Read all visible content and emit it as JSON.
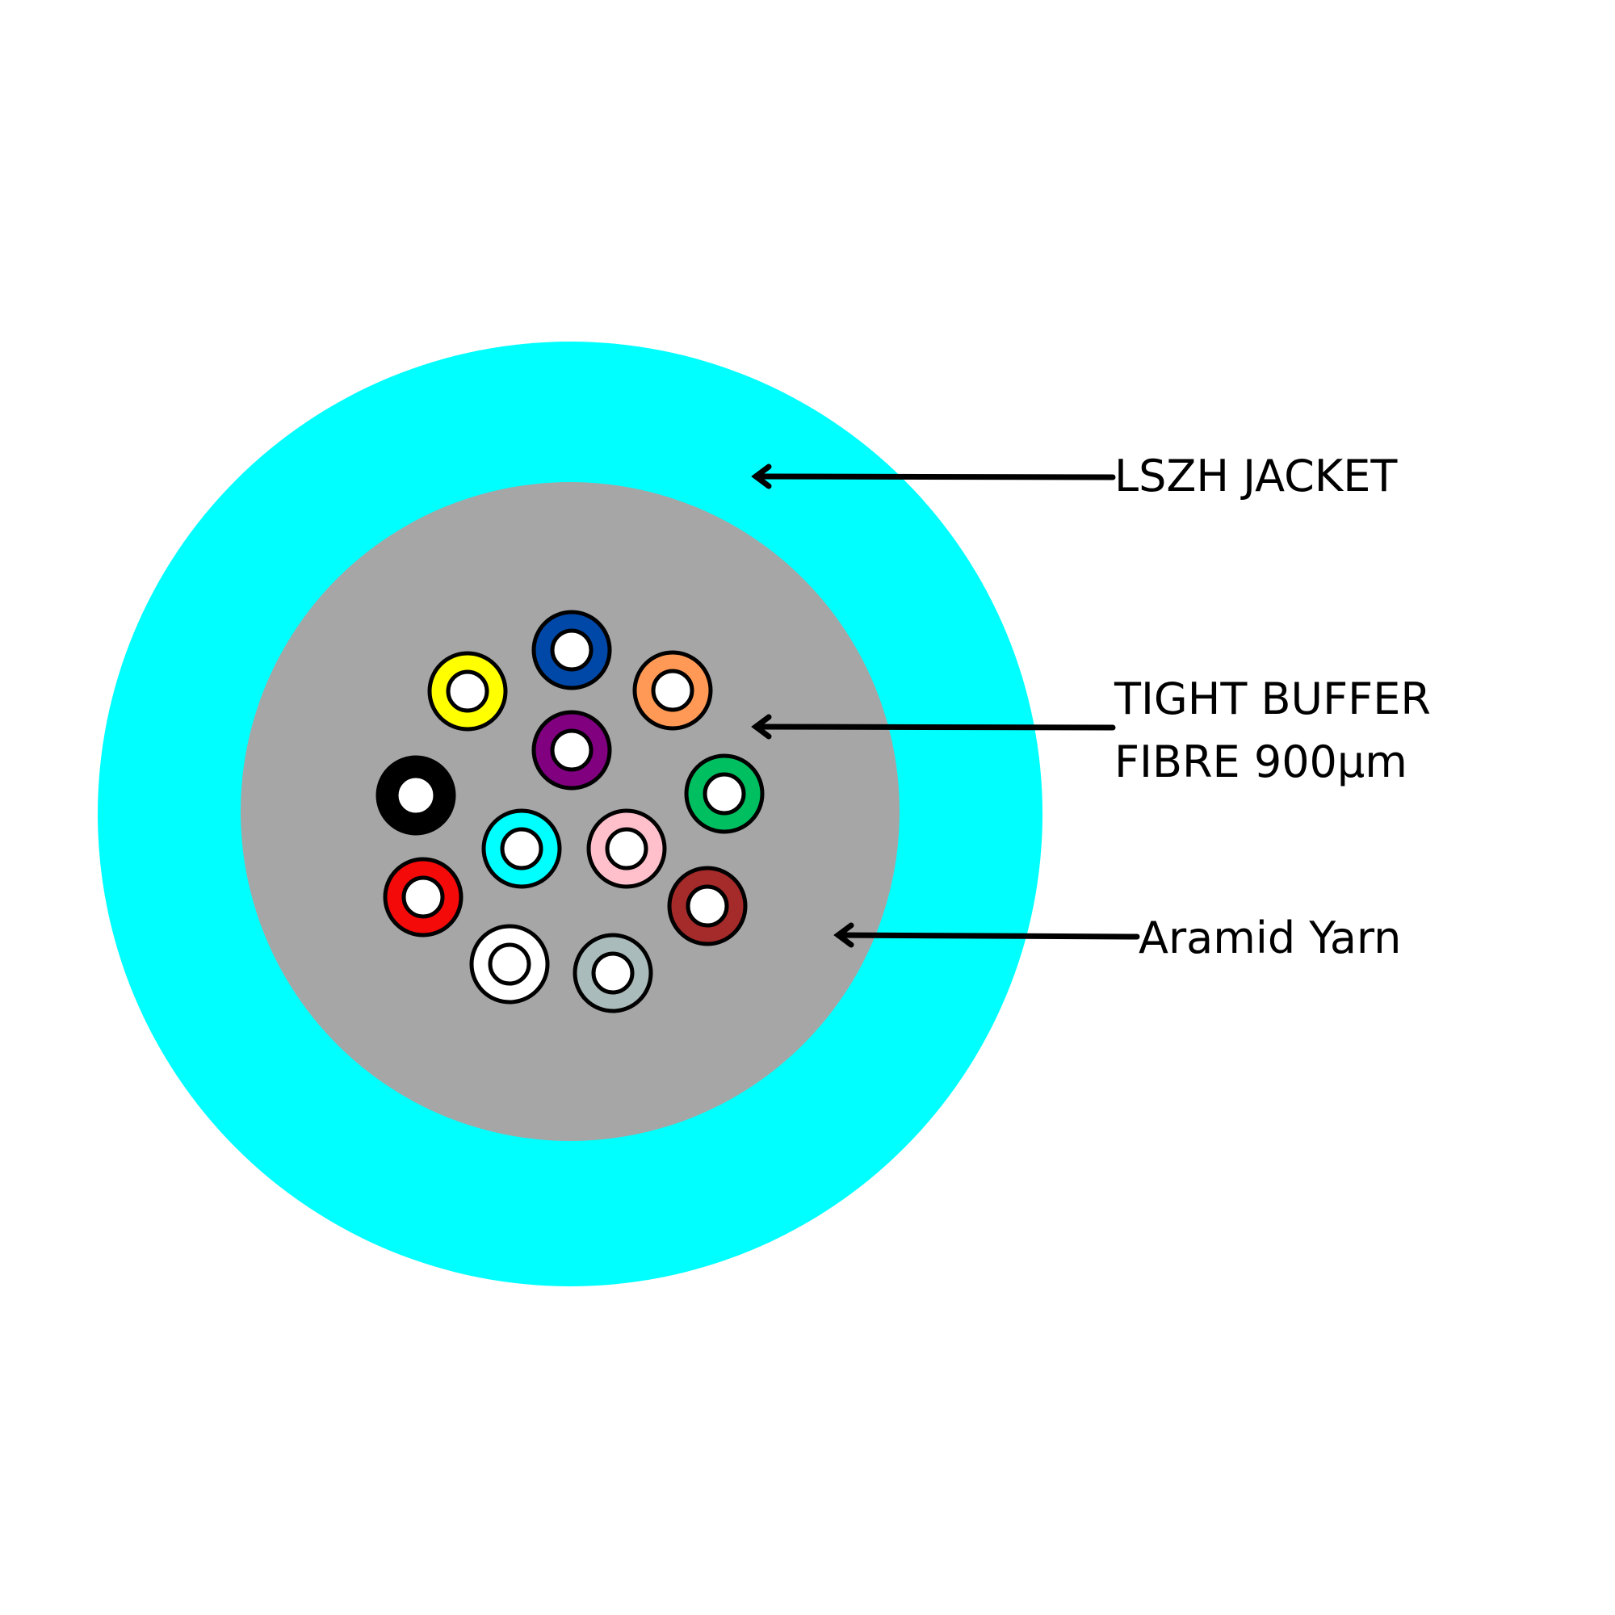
{
  "diagram": {
    "layers": {
      "jacket_color": "#00ffff",
      "yarn_color": "#a6a6a6"
    },
    "labels": {
      "jacket": "LSZH JACKET",
      "buffer_line1": "TIGHT BUFFER",
      "buffer_line2": "FIBRE 900μm",
      "yarn": "Aramid Yarn"
    },
    "fibres": [
      {
        "name": "blue",
        "color": "#0048a8"
      },
      {
        "name": "yellow",
        "color": "#ffff00"
      },
      {
        "name": "orange",
        "color": "#ff9955"
      },
      {
        "name": "violet",
        "color": "#800080"
      },
      {
        "name": "black",
        "color": "#000000"
      },
      {
        "name": "green",
        "color": "#00bf60"
      },
      {
        "name": "aqua",
        "color": "#00ffff"
      },
      {
        "name": "rose",
        "color": "#ffc0cb"
      },
      {
        "name": "red",
        "color": "#f50a0a"
      },
      {
        "name": "brown",
        "color": "#a52a2a"
      },
      {
        "name": "white",
        "color": "#ffffff"
      },
      {
        "name": "slate",
        "color": "#aabbbb"
      }
    ]
  }
}
